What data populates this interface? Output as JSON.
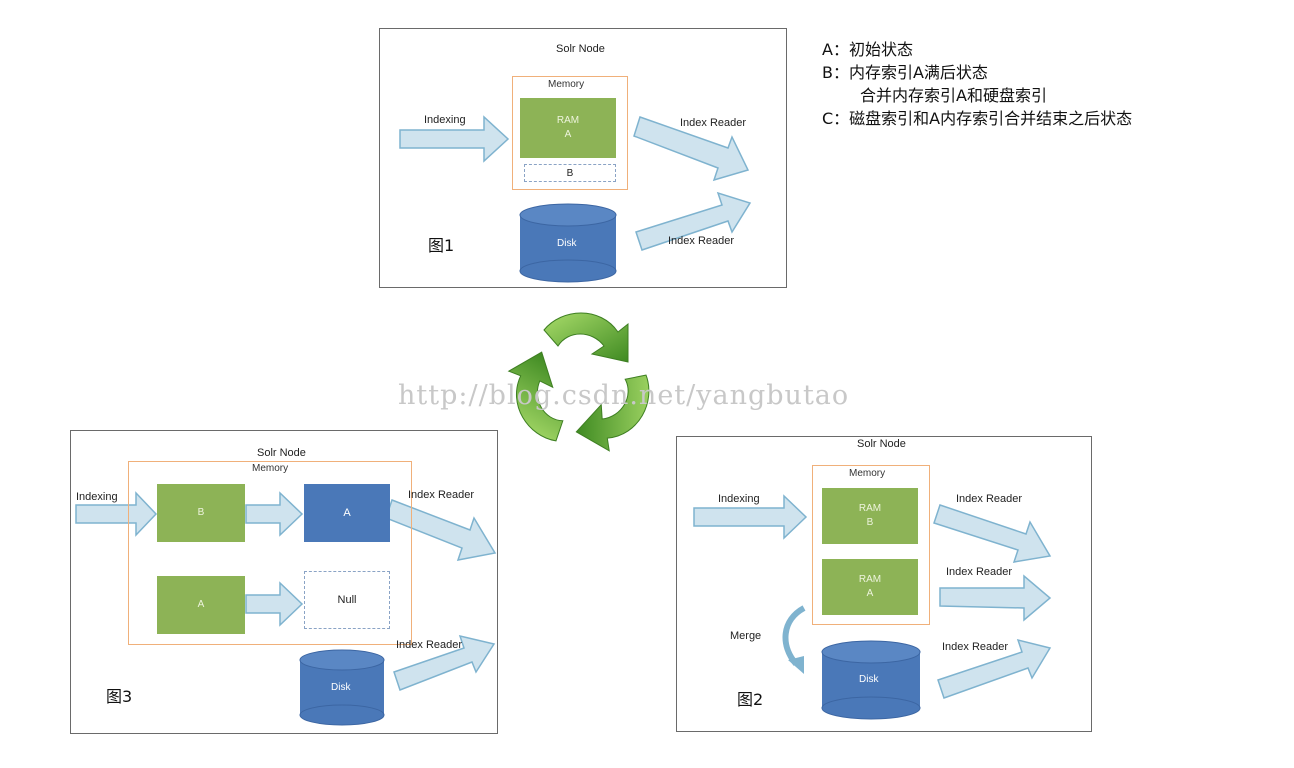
{
  "legend": {
    "a": "A：初始状态",
    "b1": "B：内存索引A满后状态",
    "b2": "合并内存索引A和硬盘索引",
    "c": "C：磁盘索引和A内存索引合并结束之后状态"
  },
  "watermark": "http://blog.csdn.net/yangbutao",
  "recycle_icon": "recycle-icon",
  "fig1": {
    "title": "Solr Node",
    "memory": "Memory",
    "indexing": "Indexing",
    "ram_line1": "RAM",
    "ram_line2": "A",
    "buffer": "B",
    "disk": "Disk",
    "reader1": "Index Reader",
    "reader2": "Index Reader",
    "fig_label": "图1"
  },
  "fig2": {
    "title": "Solr Node",
    "memory": "Memory",
    "indexing": "Indexing",
    "ram_b_line1": "RAM",
    "ram_b_line2": "B",
    "ram_a_line1": "RAM",
    "ram_a_line2": "A",
    "merge": "Merge",
    "disk": "Disk",
    "reader1": "Index Reader",
    "reader2": "Index Reader",
    "reader3": "Index Reader",
    "fig_label": "图2"
  },
  "fig3": {
    "title": "Solr Node",
    "memory": "Memory",
    "indexing": "Indexing",
    "box_b": "B",
    "box_a_blue": "A",
    "box_a_green": "A",
    "null_box": "Null",
    "disk": "Disk",
    "reader1": "Index Reader",
    "reader2": "Index Reader",
    "fig_label": "图3"
  },
  "colors": {
    "ram_green": "#8db356",
    "disk_blue": "#4a78b8",
    "arrow_fill": "#cfe3ee",
    "arrow_stroke": "#7fb3cf",
    "memory_border": "#f0b07a",
    "recycle_green": "#6cb33f"
  }
}
